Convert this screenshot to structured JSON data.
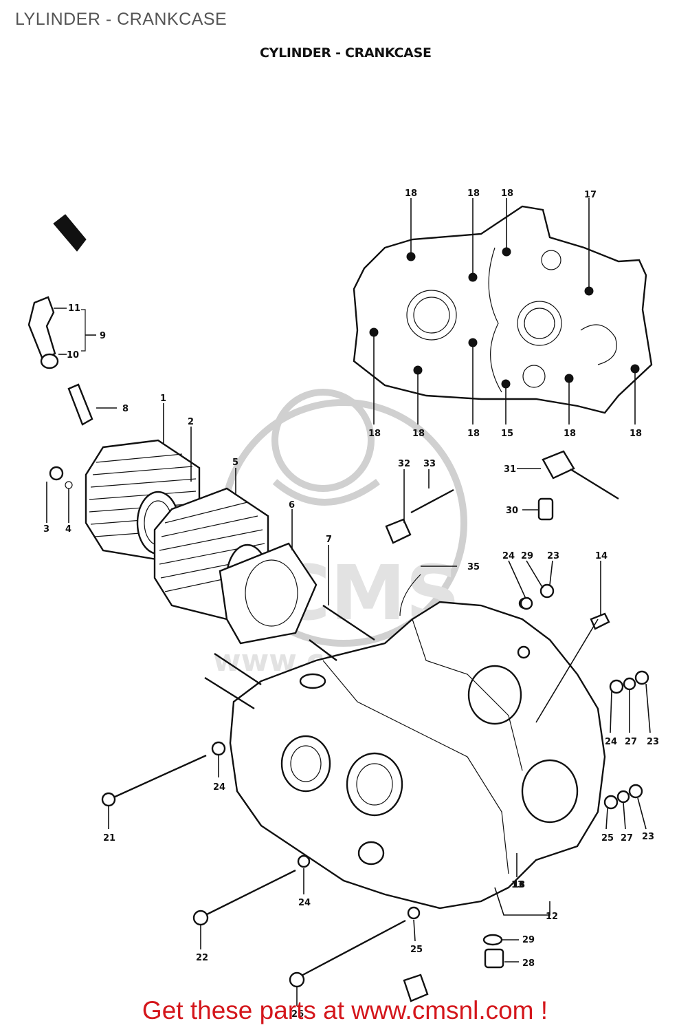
{
  "page": {
    "title": "LYLINDER - CRANKCASE",
    "diagram_heading": "CYLINDER - CRANKCASE",
    "promo_text": "Get these parts at www.cmsnl.com !"
  },
  "watermark": {
    "text": "CMS",
    "url_text": "www.cmsnl.com"
  },
  "part_labels": {
    "p1": "1",
    "p2": "2",
    "p3": "3",
    "p4": "4",
    "p5": "5",
    "p6": "6",
    "p7": "7",
    "p8": "8",
    "p9": "9",
    "p10": "10",
    "p11": "11",
    "p12": "12",
    "p13": "13",
    "p14": "14",
    "p15": "15",
    "p17": "17",
    "p18a": "18",
    "p18b": "18",
    "p18c": "18",
    "p18d": "18",
    "p18e": "18",
    "p18f": "18",
    "p18g": "18",
    "p18h": "18",
    "p18i": "18",
    "p21": "21",
    "p22": "22",
    "p23a": "23",
    "p23b": "23",
    "p23c": "23",
    "p24a": "24",
    "p24b": "24",
    "p24c": "24",
    "p24d": "24",
    "p25a": "25",
    "p25b": "25",
    "p26": "26",
    "p27a": "27",
    "p27b": "27",
    "p28": "28",
    "p29": "29",
    "p29b": "29",
    "p30": "30",
    "p31": "31",
    "p32": "32",
    "p33": "33",
    "p35": "35"
  }
}
